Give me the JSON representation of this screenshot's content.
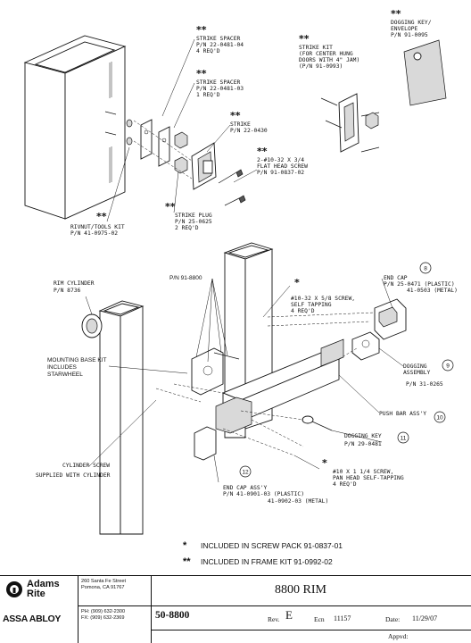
{
  "labels": {
    "dogging_key_envelope": [
      "DOGGING KEY/",
      "ENVELOPE",
      "P/N 91-0095"
    ],
    "strike_spacer_1": [
      "STRIKE SPACER",
      "P/N 22-0481-04",
      "4 REQ'D"
    ],
    "strike_spacer_2": [
      "STRIKE SPACER",
      "P/N 22-0481-03",
      "1 REQ'D"
    ],
    "strike": [
      "STRIKE",
      "P/N 22-0430"
    ],
    "flat_head_screw": [
      "2-#10-32 X 3/4",
      "FLAT HEAD SCREW",
      "P/N 91-0837-02"
    ],
    "strike_kit": [
      "STRIKE KIT",
      "(FOR CENTER HUNG",
      " DOORS WITH 4\" JAM)",
      "(P/N 91-0993)"
    ],
    "strike_plug": [
      "STRIKE PLUG",
      "P/N 25-0625",
      "2 REQ'D"
    ],
    "rivnut_tools_kit": [
      "RIVNUT/TOOLS KIT",
      "P/N 41-0975-02"
    ],
    "rim_cylinder": [
      "RIM CYLINDER",
      "P/N 8736"
    ],
    "pn_91_8800": "P/N 91-8800",
    "mounting_base_kit": [
      "MOUNTING BASE KIT",
      "INCLUDES",
      "STARWHEEL"
    ],
    "screw_10_32": [
      "#10-32 X 5/8 SCREW,",
      "SELF TAPPING",
      "4 REQ'D"
    ],
    "end_cap": [
      "END CAP",
      "P/N 25-0471 (PLASTIC)",
      "41-0503 (METAL)"
    ],
    "dogging_assembly": [
      "DOGGING",
      "ASSEMBLY",
      "P/N 31-0265"
    ],
    "push_bar": "PUSH BAR ASS'Y",
    "dogging_key": [
      "DOGGING KEY",
      "P/N 29-0481"
    ],
    "cylinder_screw": [
      "CYLINDER SCREW",
      "SUPPLIED WITH CYLINDER"
    ],
    "screw_10_114": [
      "#10 X 1 1/4 SCREW,",
      "PAN HEAD SELF-TAPPING",
      "4 REQ'D"
    ],
    "end_cap_assy": [
      "END CAP ASS'Y",
      "P/N 41-0901-03 (PLASTIC)",
      "41-0902-03 (METAL)"
    ]
  },
  "item_numbers": {
    "end_cap": "8",
    "dogging_assembly": "9",
    "push_bar": "10",
    "dogging_key": "11",
    "end_cap_assy": "12"
  },
  "marks": {
    "single": "*",
    "double": "**"
  },
  "notes": [
    {
      "mark": "*",
      "text": "INCLUDED IN SCREW PACK 91-0837-01"
    },
    {
      "mark": "**",
      "text": "INCLUDED IN FRAME KIT 91-0992-02"
    }
  ],
  "title_block": {
    "brand_line1": "Adams",
    "brand_line2": "Rite",
    "brand_sub": "ASSA ABLOY",
    "address": [
      "260 Santa Fe Street",
      "Pomona, CA  91767"
    ],
    "phone": [
      "PH: (909) 632-2300",
      "FX: (909) 632-2369"
    ],
    "title": "8800 RIM",
    "part_number": "50-8800",
    "rev_label": "Rev.",
    "rev": "E",
    "ecn_label": "Ecn",
    "ecn": "11157",
    "date_label": "Date:",
    "date": "11/29/07",
    "approved_label": "Appvd:"
  }
}
